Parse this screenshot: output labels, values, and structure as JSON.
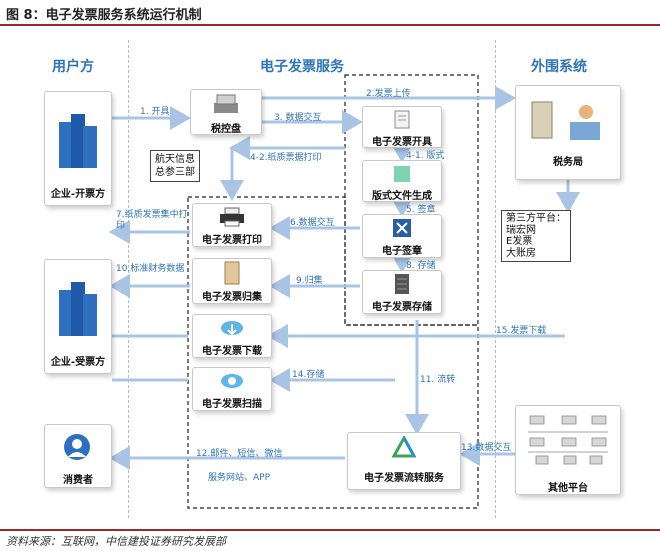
{
  "title": "图 8：电子发票服务系统运行机制",
  "source": "资料来源：互联网，中信建投证券研究发展部",
  "columns": {
    "user": "用户方",
    "service": "电子发票服务",
    "external": "外围系统"
  },
  "nodes": {
    "issuer": "企业-开票方",
    "receiver": "企业-受票方",
    "consumer": "消费者",
    "tax_disk": "税控盘",
    "issue": "电子发票开具",
    "layout": "版式文件生成",
    "sign": "电子签章",
    "store": "电子发票存储",
    "print": "电子发票打印",
    "archive": "电子发票归集",
    "download": "电子发票下载",
    "scan": "电子发票扫描",
    "circulation": "电子发票流转服务",
    "tax_bureau": "税务局",
    "other_platform": "其他平台"
  },
  "notes": {
    "aisino": [
      "航天信息",
      "总参三部"
    ],
    "third_party": [
      "第三方平台：",
      "瑞宏网",
      "E发票",
      "大账房"
    ]
  },
  "edges": {
    "e1": "1. 开具",
    "e2": "2.发票上传",
    "e3": "3. 数据交互",
    "e4_1": "4-1. 版式",
    "e4_2": "4-2.纸质票据打印",
    "e5": "5. 签章",
    "e6": "6.数据交互",
    "e7": "7.纸质发票集中打印",
    "e8": "8. 存储",
    "e9": "9.归集",
    "e10": "10.标准财务数据",
    "e11": "11. 流转",
    "e12": "12.邮件、短信、微信",
    "e12b": "服务网站、APP",
    "e13": "13.数据交互",
    "e14": "14.存储",
    "e15": "15.发票下载"
  },
  "colors": {
    "accent": "#2f75b5",
    "arrow": "#a9c4e4",
    "title_rule": "#9a2a2a"
  }
}
